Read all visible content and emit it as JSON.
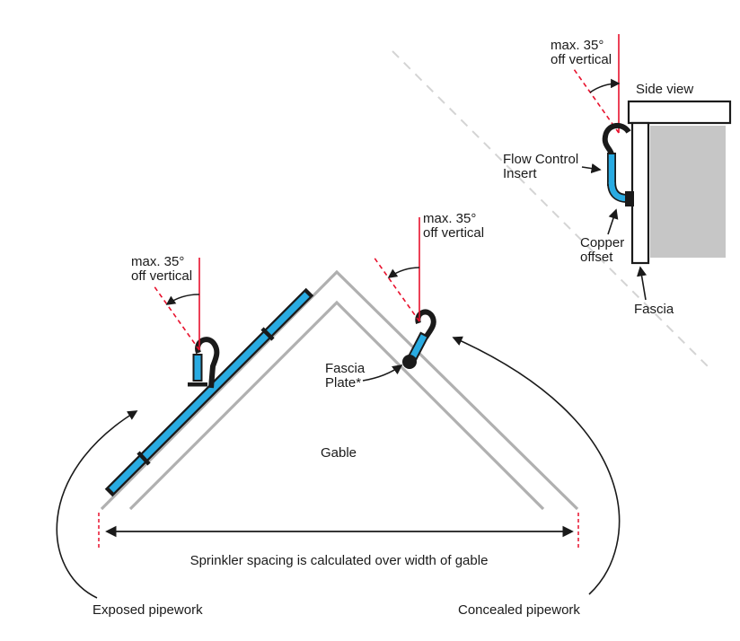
{
  "annotations": {
    "angle_left": {
      "l1": "max. 35°",
      "l2": "off vertical"
    },
    "angle_right": {
      "l1": "max. 35°",
      "l2": "off vertical"
    },
    "angle_side": {
      "l1": "max. 35°",
      "l2": "off vertical"
    },
    "side_view_title": "Side view",
    "flow_control": {
      "l1": "Flow Control",
      "l2": "Insert"
    },
    "copper_offset": {
      "l1": "Copper",
      "l2": "offset"
    },
    "fascia": "Fascia",
    "fascia_plate": {
      "l1": "Fascia",
      "l2": "Plate*"
    },
    "gable": "Gable",
    "spacing_note": "Sprinkler spacing is calculated over width of gable",
    "exposed_pipework": "Exposed pipework",
    "concealed_pipework": "Concealed pipework"
  },
  "colors": {
    "pipe_blue": "#29ABE2",
    "annotation_red": "#E8112D",
    "structure_gray": "#B0B0B0",
    "block_gray": "#C6C6C6",
    "separator_gray": "#D4D4D4",
    "ink_black": "#1A1A1A"
  }
}
